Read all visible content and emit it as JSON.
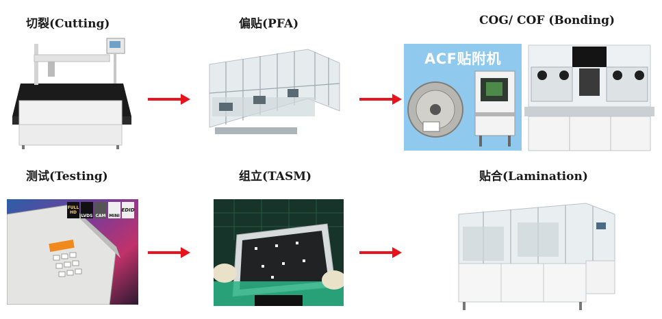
{
  "steps": [
    {
      "id": "cutting",
      "label": "切裂(Cutting)"
    },
    {
      "id": "pfa",
      "label": "偏贴(PFA)"
    },
    {
      "id": "bonding",
      "label": "COG/ COF (Bonding)"
    },
    {
      "id": "testing",
      "label": "测试(Testing)"
    },
    {
      "id": "tasm",
      "label": "组立(TASM)"
    },
    {
      "id": "lamination",
      "label": "贴合(Lamination)"
    }
  ],
  "acf_caption": "ACF贴附机",
  "testing_badges": [
    "FULL HD",
    "LVDS",
    "CAM",
    "MINI",
    "EDID"
  ],
  "arrow_color": "#e8141c"
}
